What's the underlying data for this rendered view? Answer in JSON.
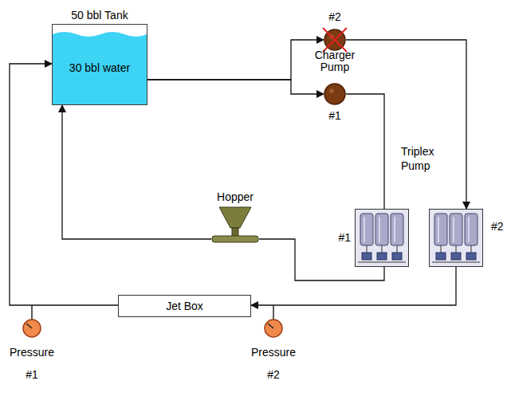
{
  "diagram": {
    "nodes": [
      {
        "text": [
          "50 bbl Tank",
          "30 bbl water"
        ]
      },
      {
        "text": [
          "#2"
        ]
      },
      {
        "text": [
          "#1"
        ]
      },
      {
        "text": [
          "#1"
        ]
      },
      {
        "text": [
          "#2"
        ]
      },
      {
        "text": [
          "Hopper"
        ]
      },
      {
        "text": [
          "Jet Box"
        ]
      },
      {
        "text": [
          "Pressure #1"
        ]
      },
      {
        "text": [
          "Pressure #2"
        ]
      }
    ],
    "edges": [
      {
        "from": 0,
        "to": 1,
        "arrow": "to"
      },
      {
        "from": 0,
        "to": 2,
        "arrow": "to"
      },
      {
        "from": 1,
        "to": 4,
        "arrow": "to"
      },
      {
        "from": 2,
        "to": 3,
        "arrow": "none"
      },
      {
        "from": 3,
        "to": 5,
        "arrow": "none"
      },
      {
        "from": 5,
        "to": 0,
        "arrow": "to"
      },
      {
        "from": 4,
        "to": 6,
        "arrow": "to"
      },
      {
        "from": 6,
        "to": 0,
        "arrow": "to"
      }
    ],
    "labels": [
      "Charger Pump",
      "Triplex Pump"
    ]
  }
}
